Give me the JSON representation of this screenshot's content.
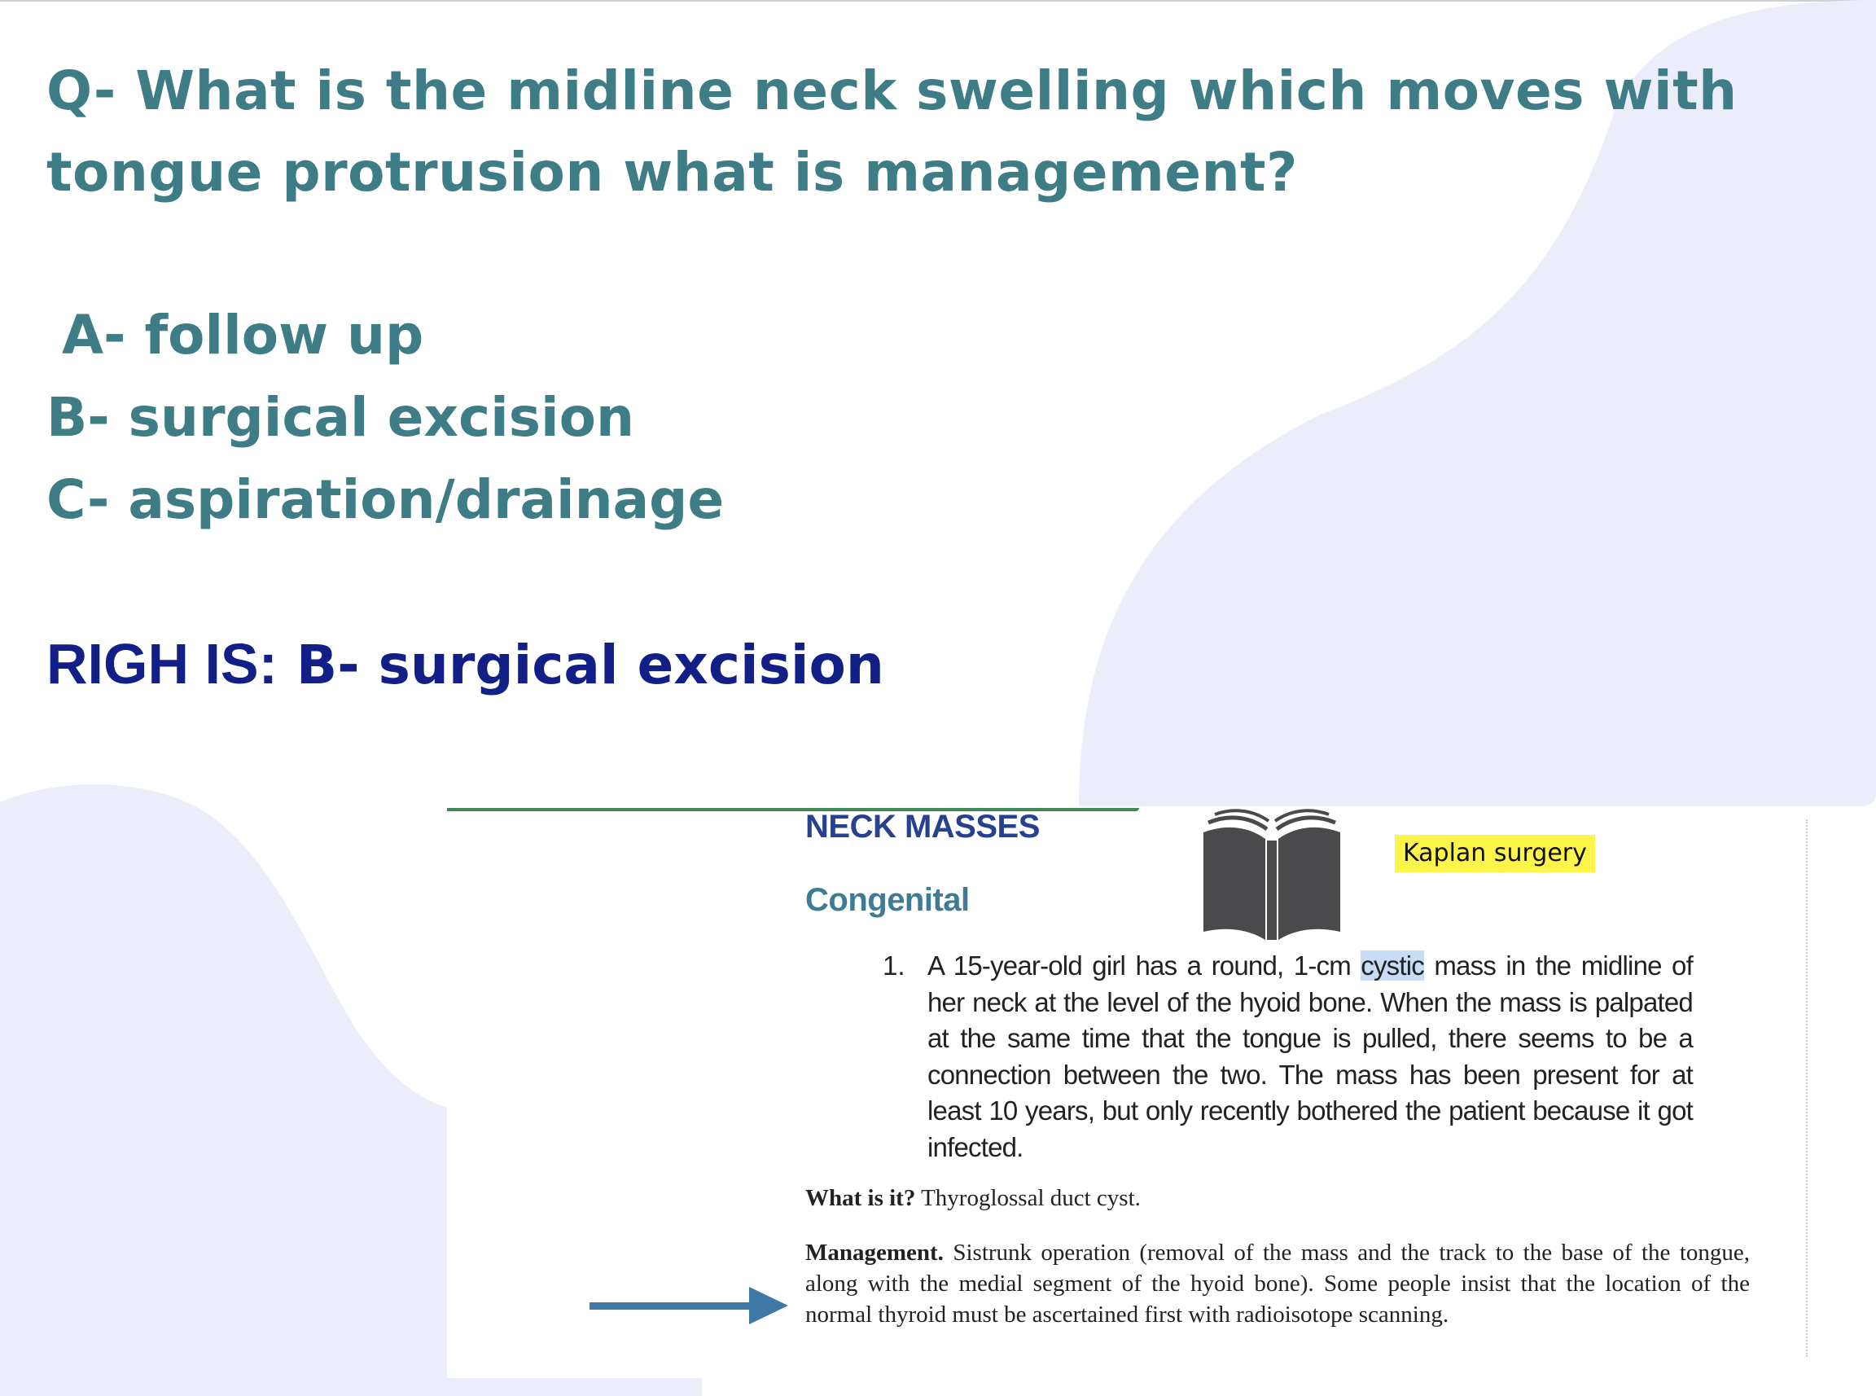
{
  "slide": {
    "question": "Q- What is the midline neck swelling which moves with tongue protrusion what is management?",
    "options": [
      {
        "label": "A- follow up"
      },
      {
        "label": "B- surgical excision"
      },
      {
        "label": "C- aspiration/drainage"
      }
    ],
    "answer": {
      "prefix": "RIGH IS:",
      "text": "B- surgical excision"
    }
  },
  "excerpt": {
    "section_title": "NECK MASSES",
    "subsection_title": "Congenital",
    "source_tag": "Kaplan  surgery",
    "case_number": "1.",
    "case_text_before": "A 15-year-old girl has a round, 1-cm ",
    "case_text_highlight": "cystic",
    "case_text_after": " mass in the midline of her neck at the level of the hyoid bone. When the mass is palpated at the same time that the tongue is pulled, there seems to be a connection between the two. The mass has been present for at least 10 years, but only recently bothered the patient because it got infected.",
    "what_label": "What is it?",
    "what_text": " Thyroglossal duct cyst.",
    "management_label": "Management.",
    "management_text": " Sistrunk operation (removal of the mass and the track to the base of the tongue, along with the medial segment of the hyoid bone). Some people insist that the location of the normal thyroid must be ascertained first with radioisotope scanning."
  },
  "icons": {
    "book": "book-icon",
    "arrow": "arrow-right-icon"
  },
  "colors": {
    "question_teal": "#3e7c86",
    "answer_navy": "#121f87",
    "blob_lavender": "#ecedfb",
    "section_blue": "#27408f",
    "highlight_yellow": "#fcf449",
    "arrow_blue": "#3f77a5",
    "book_gray": "#4a4a4c"
  }
}
